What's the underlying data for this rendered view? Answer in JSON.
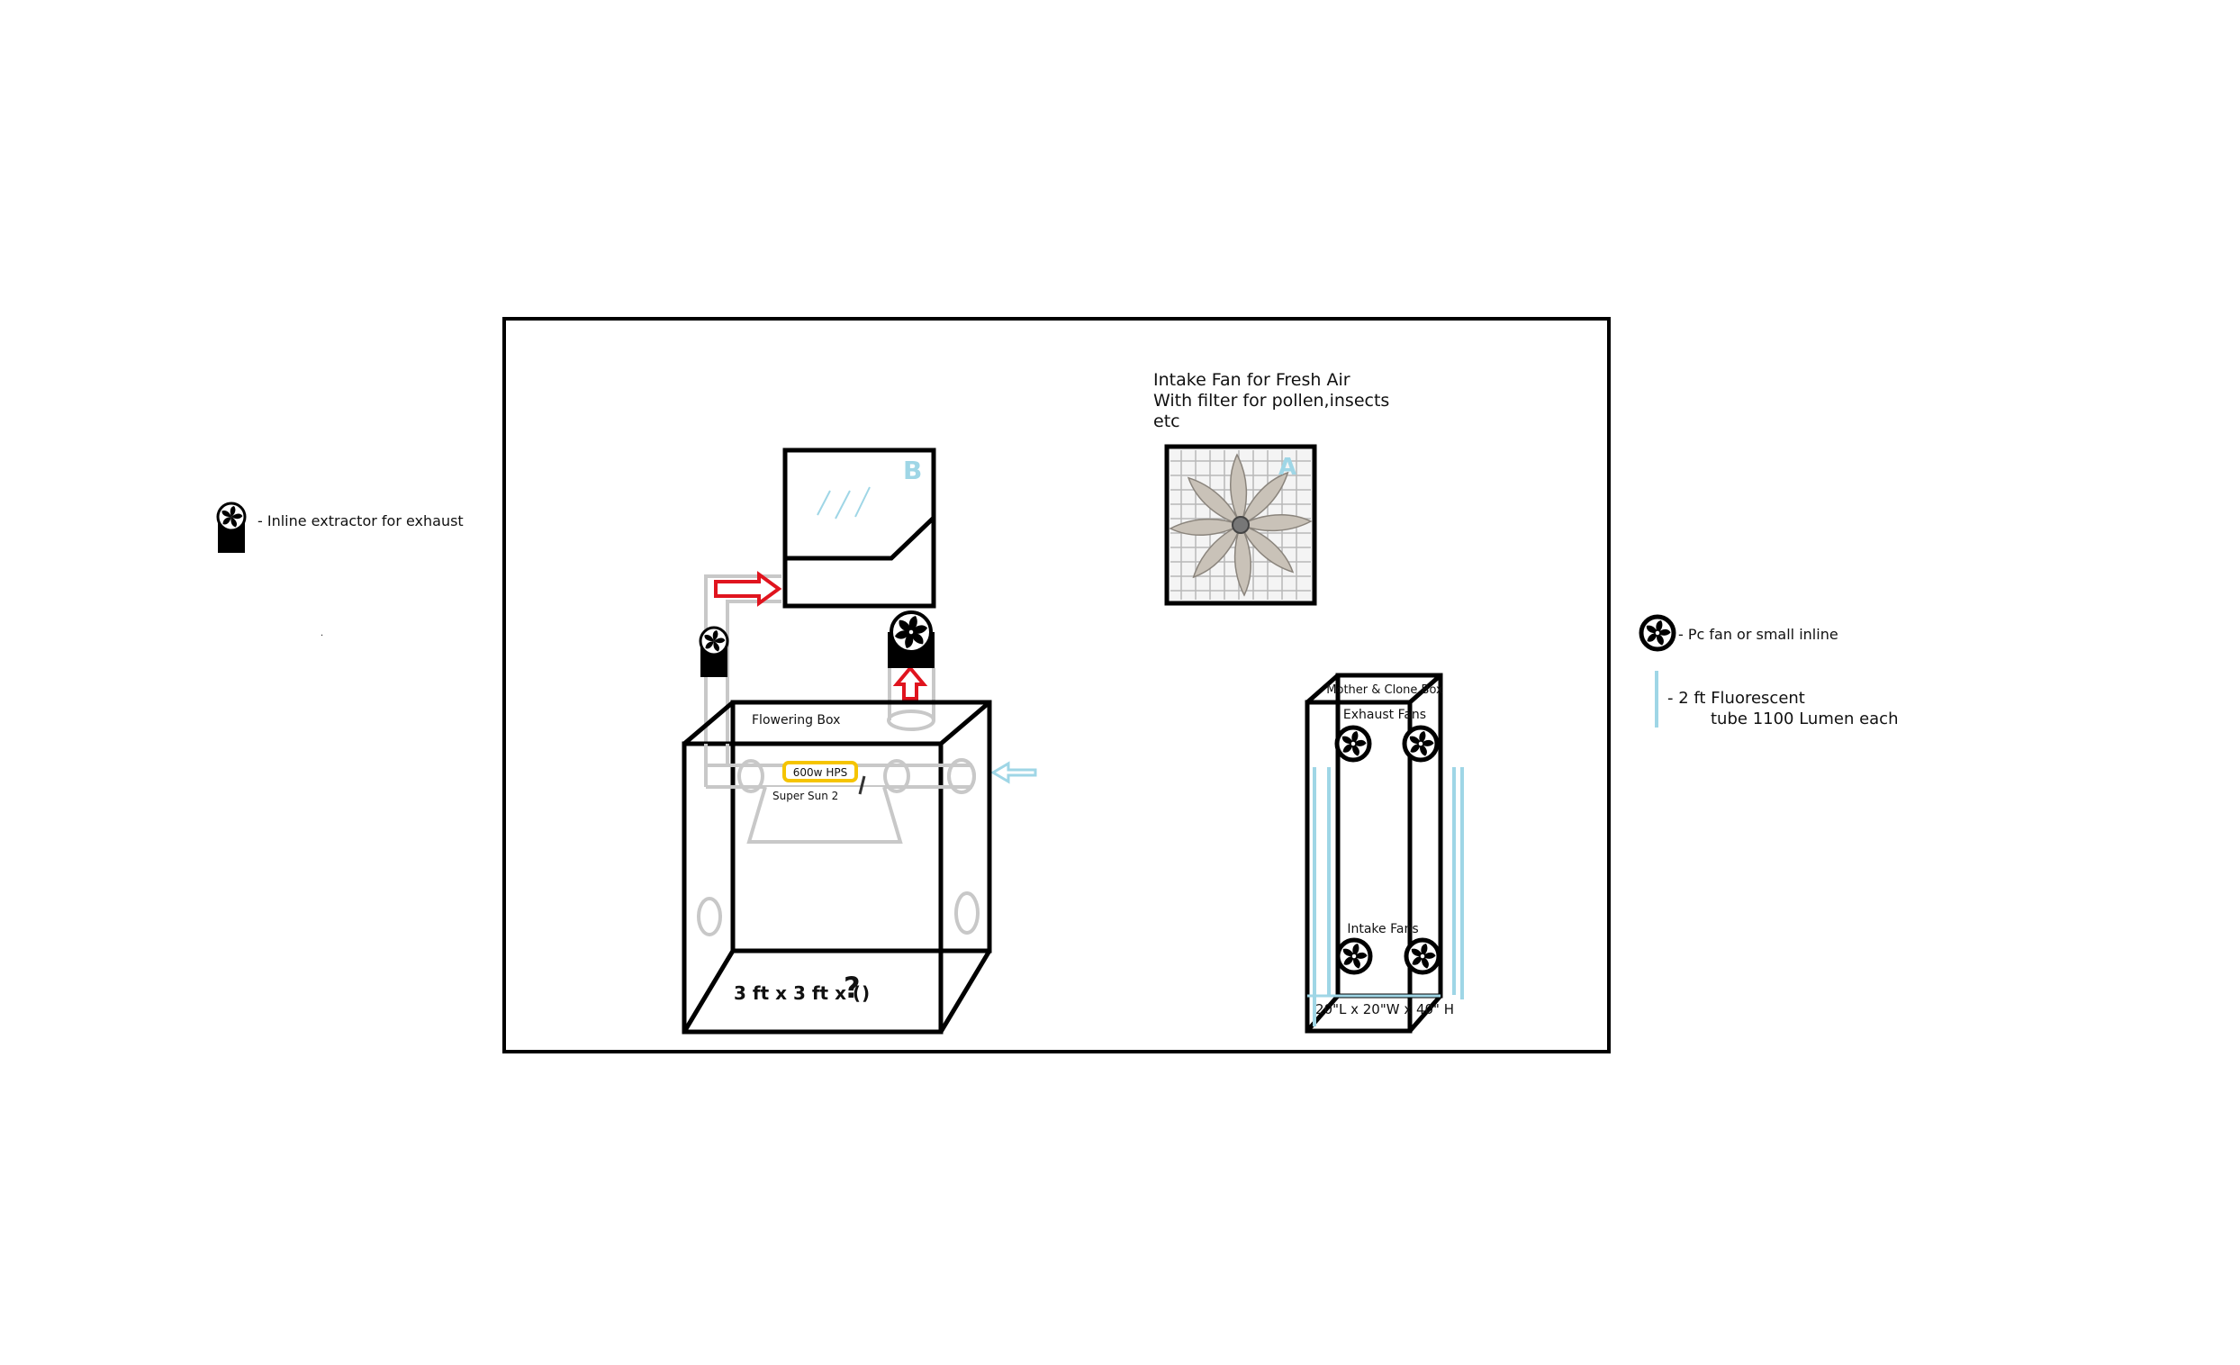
{
  "legend": {
    "inline_extractor": "- Inline extractor for exhaust",
    "pc_fan": "- Pc fan or small inline",
    "fluorescent_line1": "- 2 ft Fluorescent",
    "fluorescent_line2": "tube 1100 Lumen each"
  },
  "window": {
    "letter": "B"
  },
  "intake_fan": {
    "caption_line1": "Intake Fan for Fresh Air",
    "caption_line2": "With filter for pollen,insects",
    "caption_line3": "etc",
    "letter": "A"
  },
  "flowering_box": {
    "title": "Flowering Box",
    "lamp_label": "600w HPS",
    "reflector_label": "Super Sun 2",
    "size_label": "3 ft x 3 ft x (",
    "size_question": "?",
    "size_close": ")"
  },
  "mother_box": {
    "title": "Mother & Clone Box",
    "exhaust_label": "Exhaust Fans",
    "intake_label": "Intake Fans",
    "size_label": "20\"L x 20\"W x 40\" H"
  },
  "colors": {
    "outline": "#000000",
    "duct_gray": "#c8c8c8",
    "exhaust_arrow": "#e0141e",
    "intake_arrow": "#9fd6e6",
    "fluorescent_tube": "#9fd6e6",
    "lamp_yellow": "#f5c400",
    "letter_blue": "#9fd6e6"
  }
}
